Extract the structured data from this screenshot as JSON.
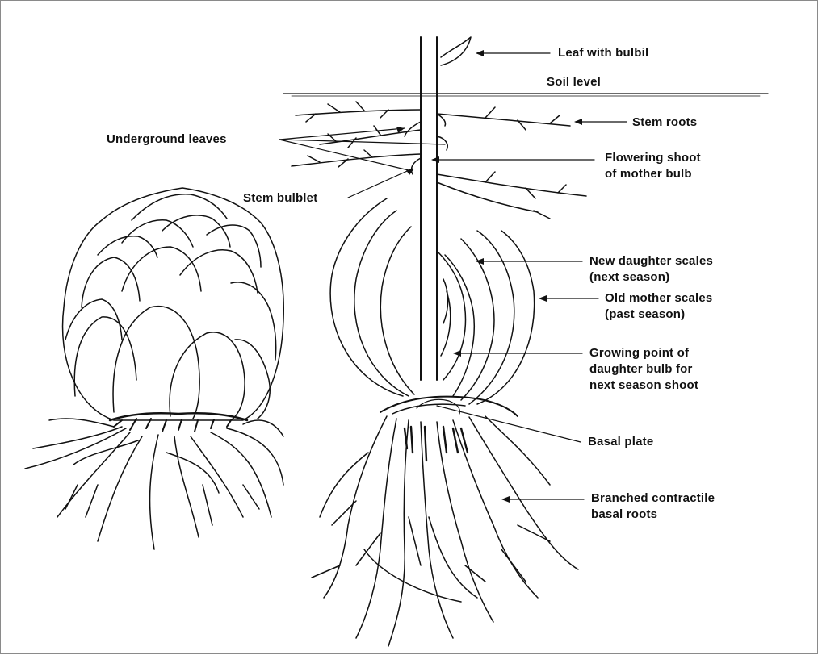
{
  "labels": {
    "leaf_with_bulbil": "Leaf with bulbil",
    "soil_level": "Soil level",
    "stem_roots": "Stem roots",
    "underground_leaves": "Underground leaves",
    "flowering_shoot_line1": "Flowering shoot",
    "flowering_shoot_line2": "of mother bulb",
    "stem_bulblet": "Stem bulblet",
    "new_daughter_line1": "New daughter scales",
    "new_daughter_line2": "(next season)",
    "old_mother_line1": "Old mother scales",
    "old_mother_line2": "(past season)",
    "growing_point_line1": "Growing point of",
    "growing_point_line2": "daughter bulb for",
    "growing_point_line3": "next season shoot",
    "basal_plate": "Basal plate",
    "branched_roots_line1": "Branched contractile",
    "branched_roots_line2": "basal roots"
  },
  "colors": {
    "ink": "#111111",
    "frame": "#8a8a8a",
    "background": "#ffffff"
  }
}
